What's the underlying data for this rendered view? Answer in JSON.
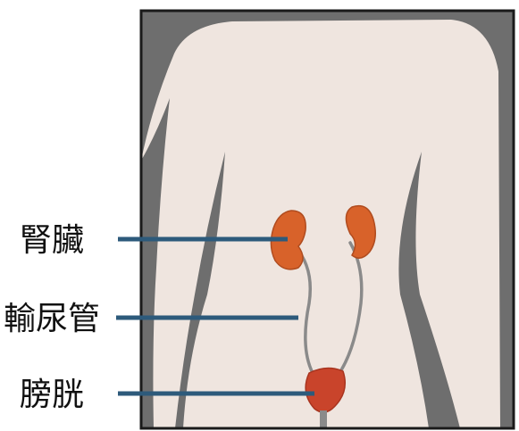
{
  "labels": {
    "kidney": "腎臟",
    "ureter": "輸尿管",
    "bladder": "膀胱"
  },
  "colors": {
    "frame_background": "#6e6e6e",
    "body_skin": "#efe5df",
    "organ_fill": "#d8622a",
    "organ_outline": "#b04c1f",
    "bladder_fill": "#c9442b",
    "ureter_line": "#8a8a8a",
    "leader_line": "#2d5a7b",
    "frame_border": "#1a1a1a"
  }
}
